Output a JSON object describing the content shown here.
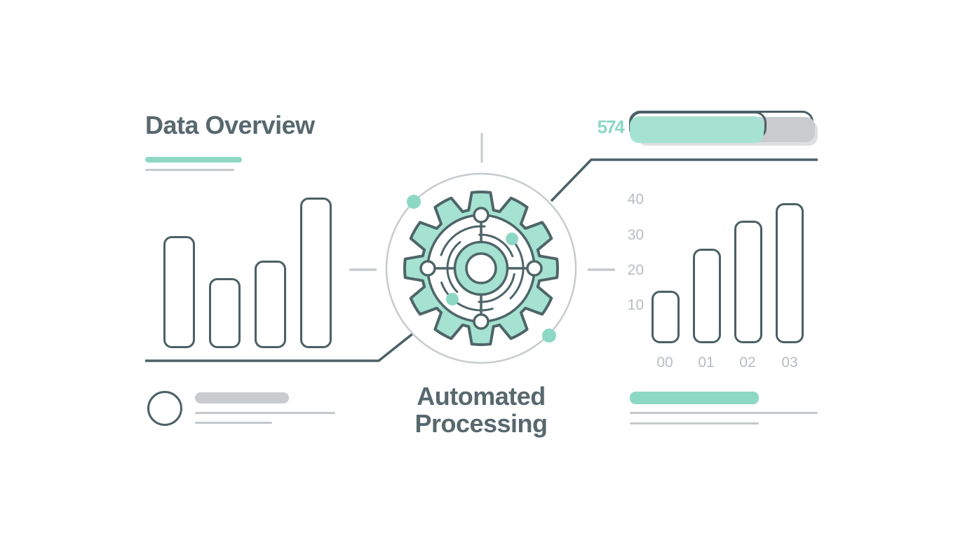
{
  "header": {
    "title": "Data Overview"
  },
  "progress_card": {
    "value_label": "574",
    "percent": 76
  },
  "process_label": {
    "line1": "Automated",
    "line2": "Processing"
  },
  "colors": {
    "teal": "#a5e2d1",
    "teal_accent": "#8dd8c5",
    "outline_dark": "#4a6065",
    "gear_outline": "#4e6568",
    "gray_fill": "#c9cbce",
    "line_gray": "#c4c8cb",
    "circle_gray": "#c6cbce",
    "title_text": "#57686e",
    "axis_text": "#b7bcc1"
  },
  "chart_data": [
    {
      "type": "bar",
      "name": "left-bar-chart",
      "title": "Data Overview",
      "categories": [
        "",
        "",
        "",
        ""
      ],
      "values": [
        32,
        20,
        25,
        43
      ],
      "bar_colors": [
        "teal",
        "gray",
        "teal",
        "gray"
      ],
      "xlabel": "",
      "ylabel": "",
      "axis_labels_shown": false
    },
    {
      "type": "bar",
      "name": "right-bar-chart",
      "title": "",
      "categories": [
        "00",
        "01",
        "02",
        "03"
      ],
      "values": [
        15,
        27,
        35,
        40
      ],
      "bar_colors": [
        "teal",
        "gray",
        "teal",
        "gray"
      ],
      "yticks": [
        "40",
        "30",
        "20",
        "10"
      ],
      "ylim": [
        0,
        40
      ],
      "grid": false,
      "legend": false
    }
  ]
}
